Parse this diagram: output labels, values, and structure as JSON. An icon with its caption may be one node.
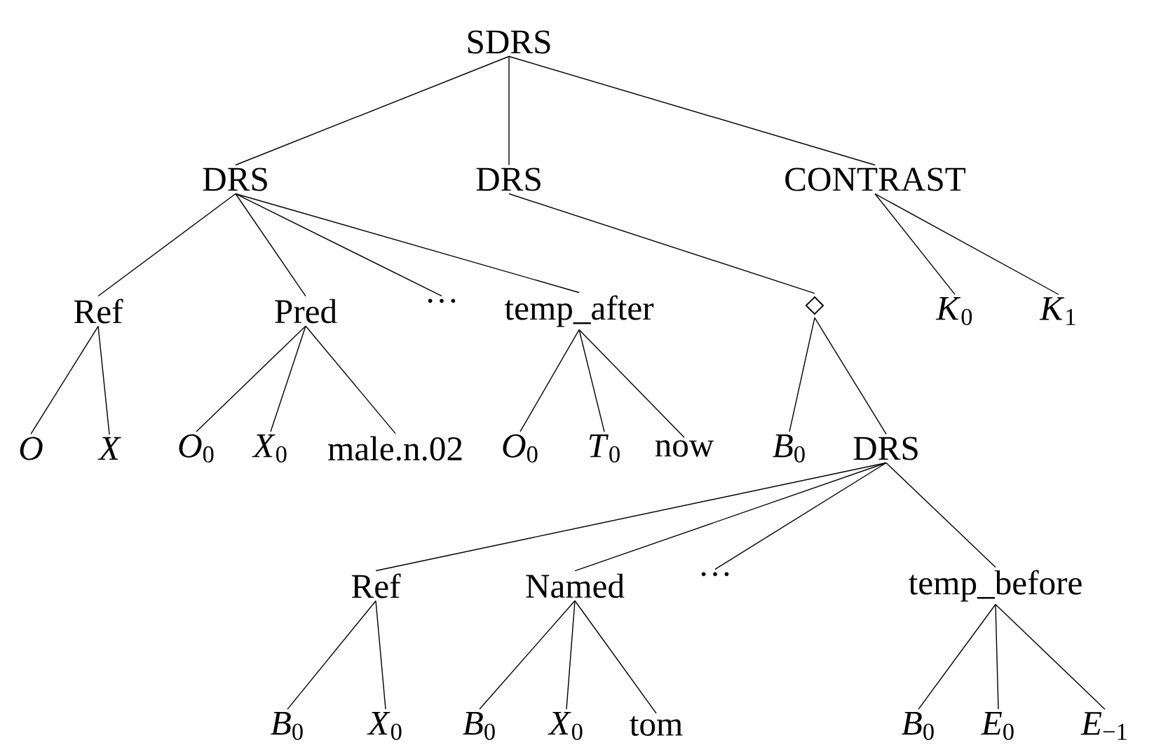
{
  "diagram": {
    "nodes": [
      {
        "text": [
          "SDRS"
        ]
      },
      {
        "text": [
          "DRS"
        ]
      },
      {
        "text": [
          "DRS"
        ]
      },
      {
        "text": [
          "CONTRAST"
        ]
      },
      {
        "text": [
          "Ref"
        ]
      },
      {
        "text": [
          "Pred"
        ]
      },
      {
        "text": [
          "···"
        ]
      },
      {
        "text": [
          "temp_after"
        ]
      },
      {
        "text": [
          "◇"
        ]
      },
      {
        "text": [
          "*K*$_{0}$"
        ]
      },
      {
        "text": [
          "*K*$_{1}$"
        ]
      },
      {
        "text": [
          "O"
        ]
      },
      {
        "text": [
          "X"
        ]
      },
      {
        "text": [
          "*O*$_{0}$"
        ]
      },
      {
        "text": [
          "*X*$_{0}$"
        ]
      },
      {
        "text": [
          "male.n.02"
        ]
      },
      {
        "text": [
          "*O*$_{0}$"
        ]
      },
      {
        "text": [
          "*T*$_{0}$"
        ]
      },
      {
        "text": [
          "now"
        ]
      },
      {
        "text": [
          "*B*$_{0}$"
        ]
      },
      {
        "text": [
          "DRS"
        ]
      },
      {
        "text": [
          "Ref"
        ]
      },
      {
        "text": [
          "Named"
        ]
      },
      {
        "text": [
          "···"
        ]
      },
      {
        "text": [
          "temp_before"
        ]
      },
      {
        "text": [
          "*B*$_{0}$"
        ]
      },
      {
        "text": [
          "*X*$_{0}$"
        ]
      },
      {
        "text": [
          "*B*$_{0}$"
        ]
      },
      {
        "text": [
          "*X*$_{0}$"
        ]
      },
      {
        "text": [
          "tom"
        ]
      },
      {
        "text": [
          "*B*$_{0}$"
        ]
      },
      {
        "text": [
          "*E*$_{0}$"
        ]
      },
      {
        "text": [
          "*E*$_{−1}$"
        ]
      }
    ],
    "edges": [
      {
        "from": 0,
        "to": 1,
        "arrow": "none"
      },
      {
        "from": 0,
        "to": 2,
        "arrow": "none"
      },
      {
        "from": 0,
        "to": 3,
        "arrow": "none"
      },
      {
        "from": 1,
        "to": 4,
        "arrow": "none"
      },
      {
        "from": 1,
        "to": 5,
        "arrow": "none"
      },
      {
        "from": 1,
        "to": 6,
        "arrow": "none"
      },
      {
        "from": 1,
        "to": 7,
        "arrow": "none"
      },
      {
        "from": 2,
        "to": 8,
        "arrow": "none"
      },
      {
        "from": 3,
        "to": 9,
        "arrow": "none"
      },
      {
        "from": 3,
        "to": 10,
        "arrow": "none"
      },
      {
        "from": 4,
        "to": 11,
        "arrow": "none"
      },
      {
        "from": 4,
        "to": 12,
        "arrow": "none"
      },
      {
        "from": 5,
        "to": 13,
        "arrow": "none"
      },
      {
        "from": 5,
        "to": 14,
        "arrow": "none"
      },
      {
        "from": 5,
        "to": 15,
        "arrow": "none"
      },
      {
        "from": 7,
        "to": 16,
        "arrow": "none"
      },
      {
        "from": 7,
        "to": 17,
        "arrow": "none"
      },
      {
        "from": 7,
        "to": 18,
        "arrow": "none"
      },
      {
        "from": 8,
        "to": 19,
        "arrow": "none"
      },
      {
        "from": 8,
        "to": 20,
        "arrow": "none"
      },
      {
        "from": 20,
        "to": 21,
        "arrow": "none"
      },
      {
        "from": 20,
        "to": 22,
        "arrow": "none"
      },
      {
        "from": 20,
        "to": 23,
        "arrow": "none"
      },
      {
        "from": 20,
        "to": 24,
        "arrow": "none"
      },
      {
        "from": 21,
        "to": 25,
        "arrow": "none"
      },
      {
        "from": 21,
        "to": 26,
        "arrow": "none"
      },
      {
        "from": 22,
        "to": 27,
        "arrow": "none"
      },
      {
        "from": 22,
        "to": 28,
        "arrow": "none"
      },
      {
        "from": 22,
        "to": 29,
        "arrow": "none"
      },
      {
        "from": 24,
        "to": 30,
        "arrow": "none"
      },
      {
        "from": 24,
        "to": 31,
        "arrow": "none"
      },
      {
        "from": 24,
        "to": 32,
        "arrow": "none"
      }
    ]
  }
}
